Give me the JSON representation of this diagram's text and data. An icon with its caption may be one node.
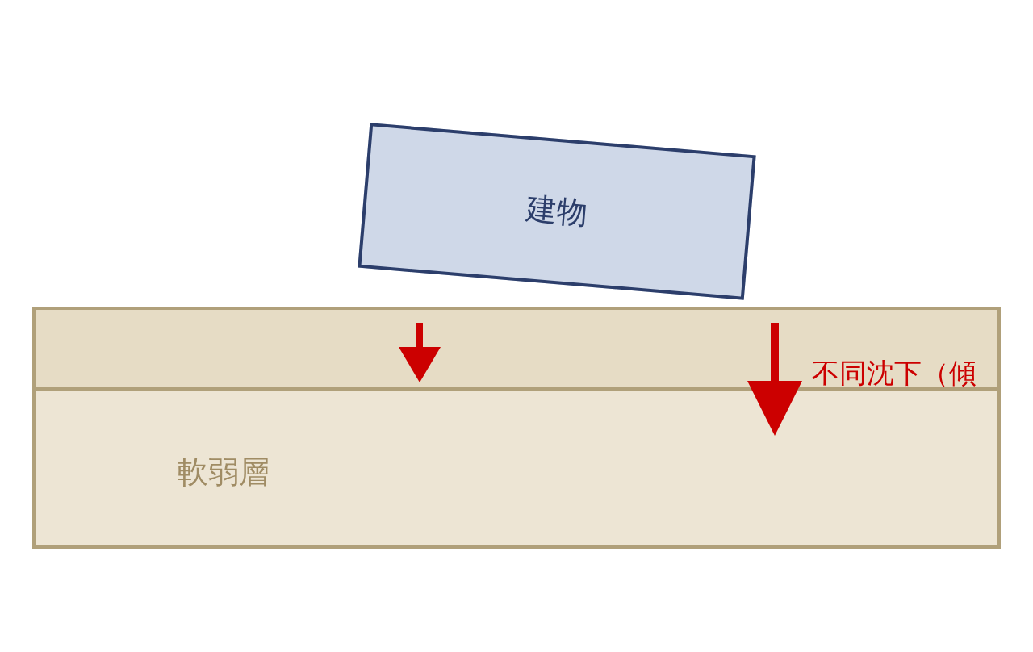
{
  "diagram": {
    "nodes": [
      {
        "text": [
          "建物"
        ]
      },
      {
        "text": [
          "軟弱層"
        ]
      }
    ],
    "labels": [
      "不同沈下（傾"
    ]
  }
}
